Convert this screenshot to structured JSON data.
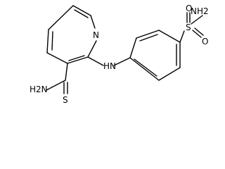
{
  "molecule": {
    "atoms": {
      "pyridine_n": "N",
      "amine_nh": "HN",
      "thioamide_nh2": "H2N",
      "thioamide_s": "S",
      "sulfonyl_s": "S",
      "sulfonyl_o_top": "O",
      "sulfonyl_o_bottom": "O",
      "sulfonamide_nh2": "NH2"
    }
  }
}
